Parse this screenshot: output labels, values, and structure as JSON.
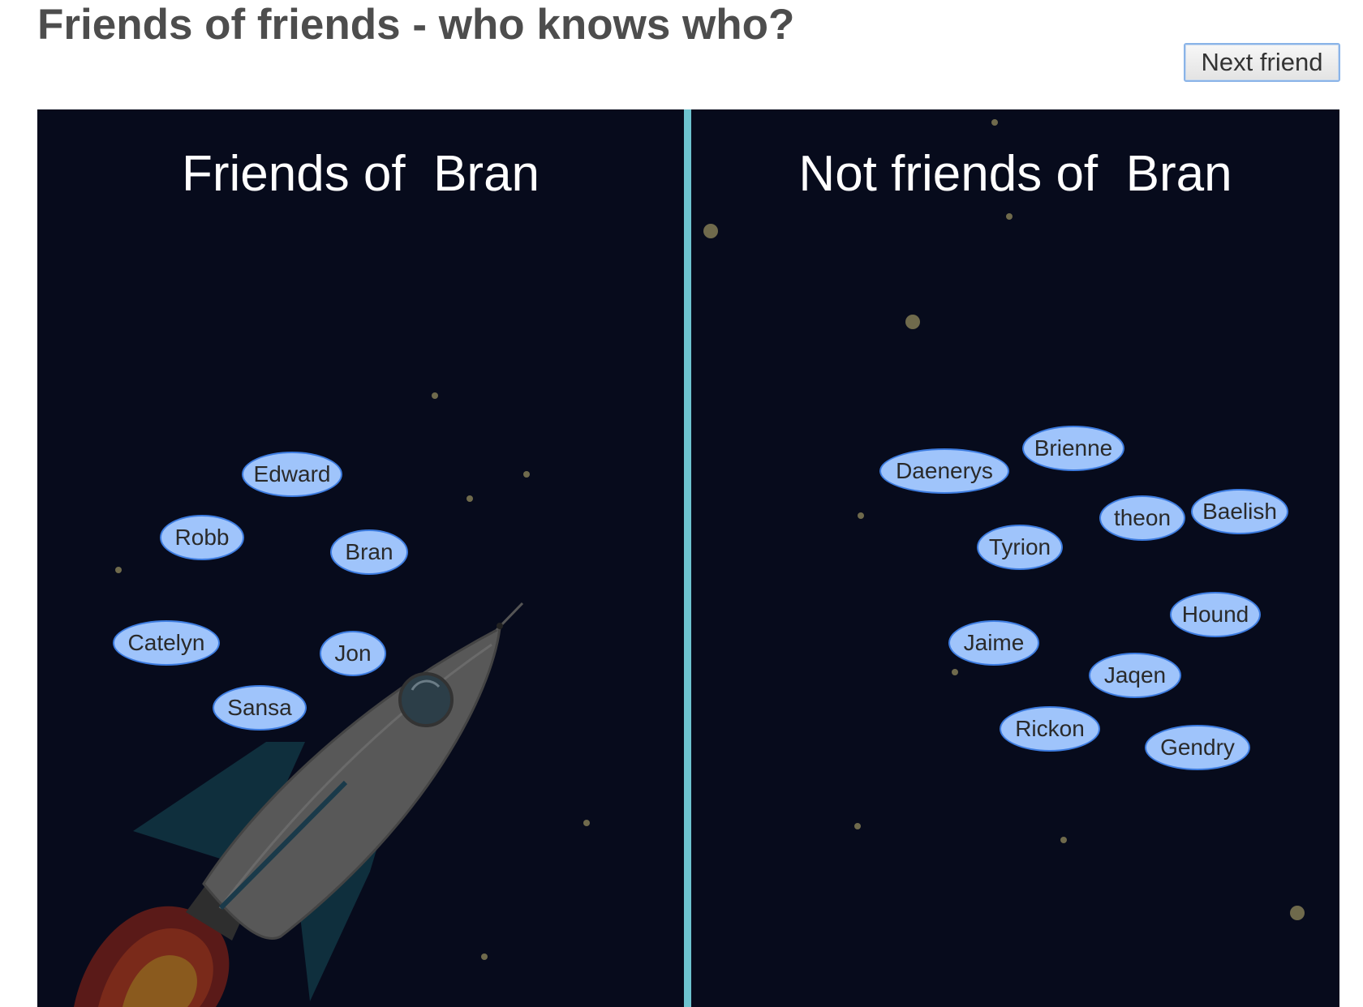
{
  "header": {
    "title": "Friends of friends - who knows who?",
    "next_button_label": "Next friend"
  },
  "left_panel": {
    "title": "Friends of  Bran",
    "nodes": [
      "Edward",
      "Robb",
      "Bran",
      "Catelyn",
      "Jon",
      "Sansa"
    ]
  },
  "right_panel": {
    "title": "Not friends of  Bran",
    "nodes": [
      "Brienne",
      "Daenerys",
      "theon",
      "Baelish",
      "Tyrion",
      "Hound",
      "Jaime",
      "Jaqen",
      "Rickon",
      "Gendry"
    ]
  },
  "colors": {
    "panel_background": "#070b1c",
    "divider": "#6ec3cf",
    "node_fill": "#9fc4fb",
    "node_border": "#3d7ce0",
    "title_text": "#4d4d4d"
  }
}
